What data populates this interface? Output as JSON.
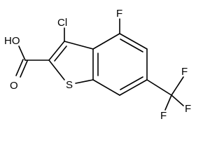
{
  "molecule": {
    "atoms": {
      "carboxyl_oh": "HO",
      "carbonyl_o": "O",
      "chlorine": "Cl",
      "fluorine_ring": "F",
      "sulfur": "S",
      "cf3_f_top": "F",
      "cf3_f_right": "F",
      "cf3_f_bottom": "F"
    }
  }
}
